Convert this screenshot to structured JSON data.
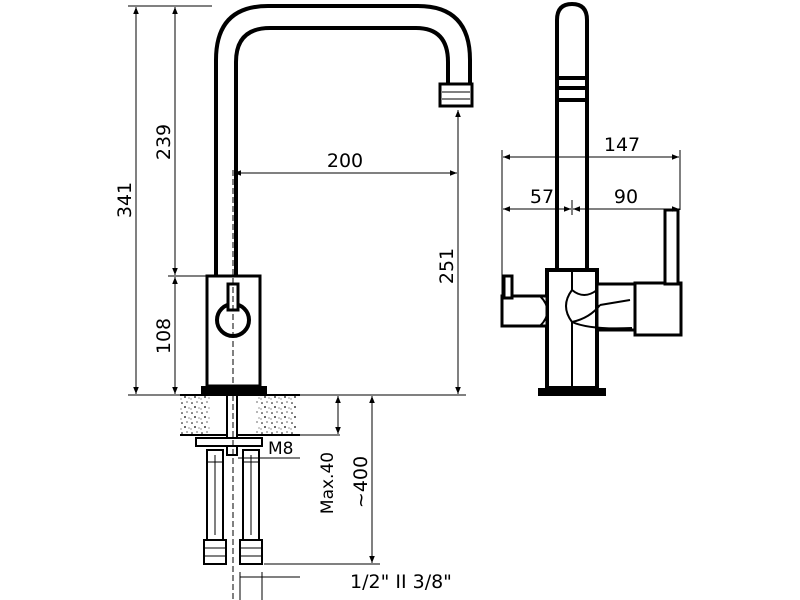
{
  "dimensions": {
    "total_height": "341",
    "spout_height": "239",
    "base_height": "108",
    "spout_reach": "200",
    "spout_clearance": "251",
    "thread": "M8",
    "max_deck": "Max.40",
    "hose_length": "~400",
    "connection": "1/2\" II 3/8\"",
    "side_width": "147",
    "side_left": "57",
    "side_right": "90"
  },
  "colors": {
    "line": "#000000",
    "background": "#ffffff"
  }
}
